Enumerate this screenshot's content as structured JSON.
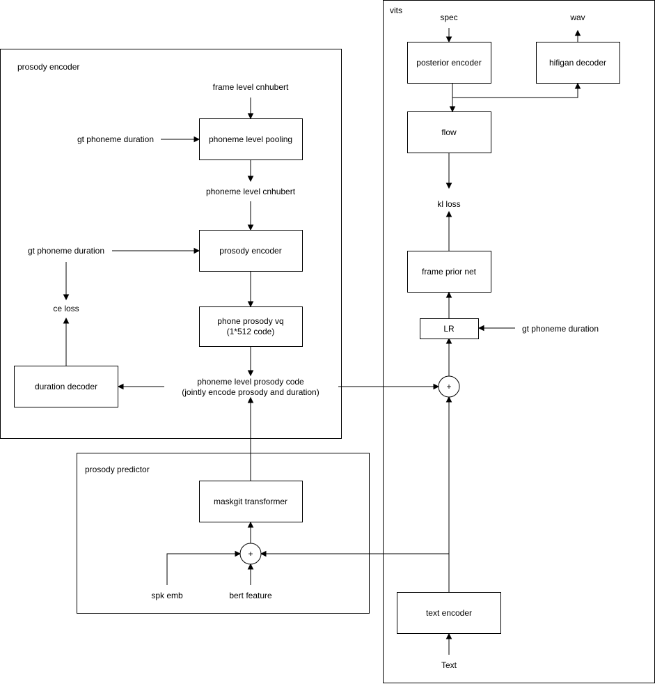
{
  "groups": {
    "prosody_encoder": "prosody encoder",
    "prosody_predictor": "prosody predictor",
    "vits": "vits"
  },
  "nodes": {
    "frame_level_cnhubert": "frame level cnhubert",
    "gt_phoneme_duration_1": "gt phoneme duration",
    "phoneme_level_pooling": "phoneme level pooling",
    "phoneme_level_cnhubert": "phoneme level cnhubert",
    "gt_phoneme_duration_2": "gt phoneme duration",
    "prosody_encoder_box": "prosody encoder",
    "ce_loss": "ce loss",
    "phone_prosody_vq_1": "phone prosody vq",
    "phone_prosody_vq_2": "(1*512 code)",
    "duration_decoder": "duration decoder",
    "prosody_code_1": "phoneme level prosody code",
    "prosody_code_2": "(jointly encode prosody and duration)",
    "maskgit_transformer": "maskgit transformer",
    "plus_predictor": "+",
    "spk_emb": "spk emb",
    "bert_feature": "bert feature",
    "spec": "spec",
    "wav": "wav",
    "posterior_encoder": "posterior encoder",
    "hifigan_decoder": "hifigan decoder",
    "flow": "flow",
    "kl_loss": "kl loss",
    "frame_prior_net": "frame prior net",
    "lr": "LR",
    "gt_phoneme_duration_3": "gt phoneme duration",
    "plus_vits": "+",
    "text_encoder": "text encoder",
    "text": "Text"
  }
}
